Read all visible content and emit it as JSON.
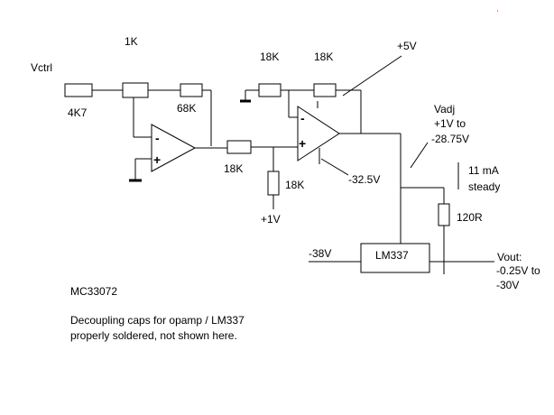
{
  "labels": {
    "vctrl": "Vctrl",
    "r_1k": "1K",
    "r_4k7": "4K7",
    "r_68k": "68K",
    "r_18k_a": "18K",
    "r_18k_b": "18K",
    "r_18k_c": "18K",
    "r_18k_d": "18K",
    "plus5v": "+5V",
    "minus32v": "-32.5V",
    "plus1v": "+1V",
    "vadj_title": "Vadj",
    "vadj_range1": "+1V to",
    "vadj_range2": "-28.75V",
    "current1": "11 mA",
    "current2": "steady",
    "r_120": "120R",
    "minus38v": "-38V",
    "lm337": "LM337",
    "vout_title": "Vout:",
    "vout_range1": "-0.25V to",
    "vout_range2": "-30V",
    "opamp_part": "MC33072",
    "note_line1": "Decoupling caps for opamp / LM337",
    "note_line2": "properly soldered, not shown here.",
    "minus_sign": "-",
    "plus_sign": "+"
  },
  "colors": {
    "line": "#000000",
    "background": "#ffffff",
    "stray_pixel": "#ff0000"
  }
}
